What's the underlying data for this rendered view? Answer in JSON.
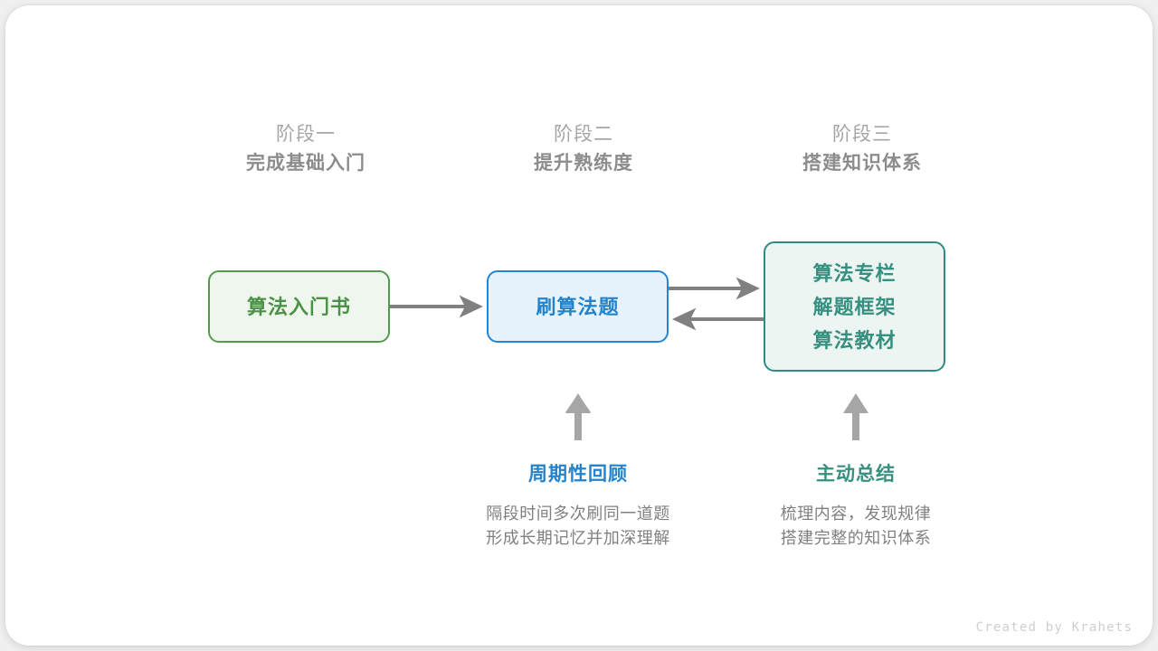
{
  "canvas": {
    "background": "#f0f0f0",
    "card_background": "#ffffff"
  },
  "colors": {
    "green_border": "#55994f",
    "green_fill": "#eff6ee",
    "green_text": "#4b9146",
    "blue_border": "#2187d4",
    "blue_fill": "#e6f3fd",
    "blue_text": "#2483cb",
    "teal_border": "#2e8b80",
    "teal_fill": "#edf5f3",
    "teal_text": "#35907f",
    "arrow_gray": "#808080",
    "block_arrow_gray": "#a6a6a6",
    "muted_text": "#8c8c8c"
  },
  "stages": [
    {
      "sub": "阶段一",
      "title": "完成基础入门"
    },
    {
      "sub": "阶段二",
      "title": "提升熟练度"
    },
    {
      "sub": "阶段三",
      "title": "搭建知识体系"
    }
  ],
  "nodes": {
    "book": {
      "label": "算法入门书"
    },
    "practice": {
      "label": "刷算法题"
    },
    "knowledge": {
      "lines": [
        "算法专栏",
        "解题框架",
        "算法教材"
      ]
    }
  },
  "arrows": [
    {
      "name": "book-to-practice",
      "direction": "right"
    },
    {
      "name": "practice-to-knowledge",
      "direction": "right"
    },
    {
      "name": "knowledge-to-practice",
      "direction": "left"
    },
    {
      "name": "review-up",
      "direction": "up"
    },
    {
      "name": "summary-up",
      "direction": "up"
    }
  ],
  "notes": [
    {
      "heading": "周期性回顾",
      "accent": "blue",
      "line1": "隔段时间多次刷同一道题",
      "line2": "形成长期记忆并加深理解"
    },
    {
      "heading": "主动总结",
      "accent": "teal",
      "line1": "梳理内容，发现规律",
      "line2": "搭建完整的知识体系"
    }
  ],
  "credit": "Created by Krahets"
}
